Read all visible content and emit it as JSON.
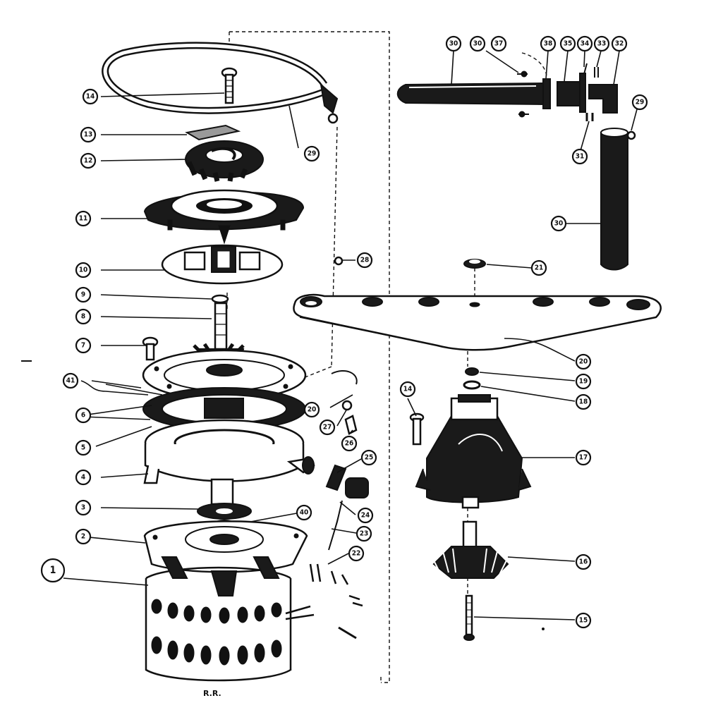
{
  "diagram": {
    "footer_mark": "R.R.",
    "callouts": [
      {
        "label": "1"
      },
      {
        "label": "2"
      },
      {
        "label": "3"
      },
      {
        "label": "4"
      },
      {
        "label": "5"
      },
      {
        "label": "6"
      },
      {
        "label": "7"
      },
      {
        "label": "8"
      },
      {
        "label": "9"
      },
      {
        "label": "10"
      },
      {
        "label": "11"
      },
      {
        "label": "12"
      },
      {
        "label": "13"
      },
      {
        "label": "14"
      },
      {
        "label": "29"
      },
      {
        "label": "28"
      },
      {
        "label": "41"
      },
      {
        "label": "20"
      },
      {
        "label": "27"
      },
      {
        "label": "26"
      },
      {
        "label": "25"
      },
      {
        "label": "40"
      },
      {
        "label": "24"
      },
      {
        "label": "23"
      },
      {
        "label": "22"
      },
      {
        "label": "30"
      },
      {
        "label": "30"
      },
      {
        "label": "37"
      },
      {
        "label": "38"
      },
      {
        "label": "35"
      },
      {
        "label": "34"
      },
      {
        "label": "33"
      },
      {
        "label": "32"
      },
      {
        "label": "29"
      },
      {
        "label": "31"
      },
      {
        "label": "30"
      },
      {
        "label": "21"
      },
      {
        "label": "20"
      },
      {
        "label": "19"
      },
      {
        "label": "18"
      },
      {
        "label": "14"
      },
      {
        "label": "17"
      },
      {
        "label": "16"
      },
      {
        "label": "15"
      }
    ]
  }
}
